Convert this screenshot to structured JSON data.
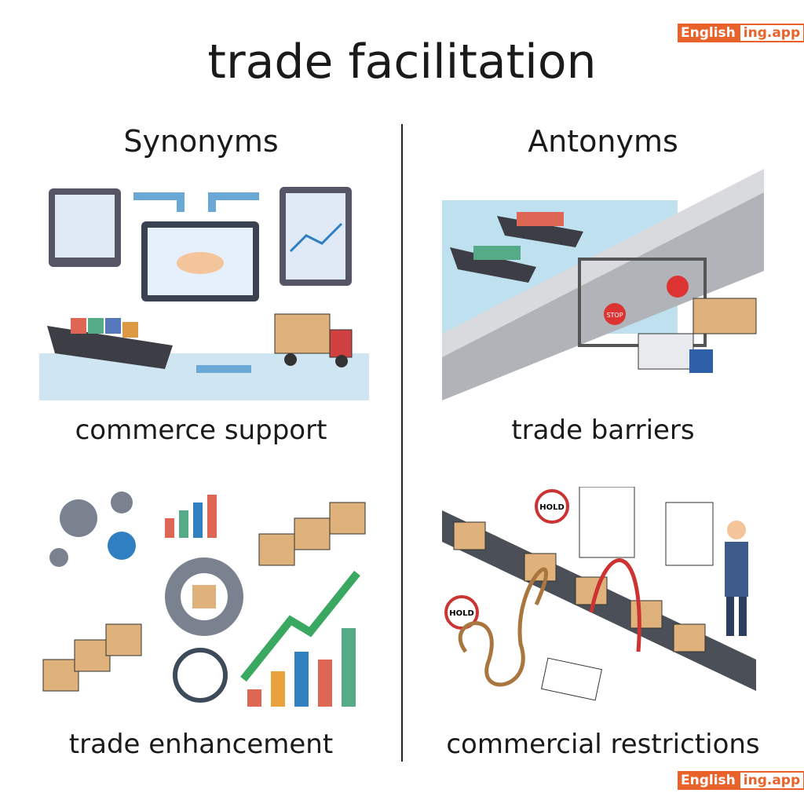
{
  "title": "trade facilitation",
  "synonyms_heading": "Synonyms",
  "antonyms_heading": "Antonyms",
  "synonyms": [
    "commerce support",
    "trade enhancement"
  ],
  "antonyms": [
    "trade barriers",
    "commercial restrictions"
  ],
  "logo": {
    "part1": "English",
    "part2": "ing.app"
  },
  "illustration_text": {
    "stop": "STOP",
    "hold": "HOLD"
  }
}
